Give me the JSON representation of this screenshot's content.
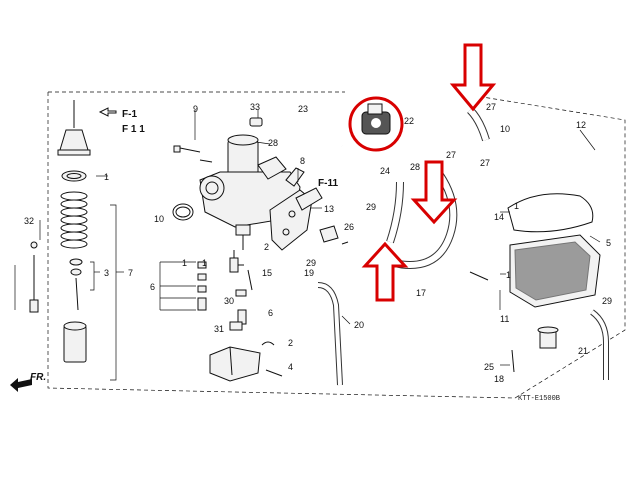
{
  "diagram": {
    "refs": {
      "f1": "F-1",
      "f11": "F 1 1",
      "f11b": "F-11",
      "fr": "FR.",
      "code": "KTT-E1500B"
    },
    "callouts": [
      "1",
      "2",
      "3",
      "4",
      "5",
      "6",
      "7",
      "8",
      "9",
      "10",
      "11",
      "12",
      "13",
      "14",
      "15",
      "16",
      "17",
      "18",
      "19",
      "20",
      "21",
      "22",
      "23",
      "24",
      "25",
      "26",
      "27",
      "28",
      "29",
      "30",
      "31",
      "32",
      "33"
    ],
    "highlight_color": "#d80000"
  }
}
